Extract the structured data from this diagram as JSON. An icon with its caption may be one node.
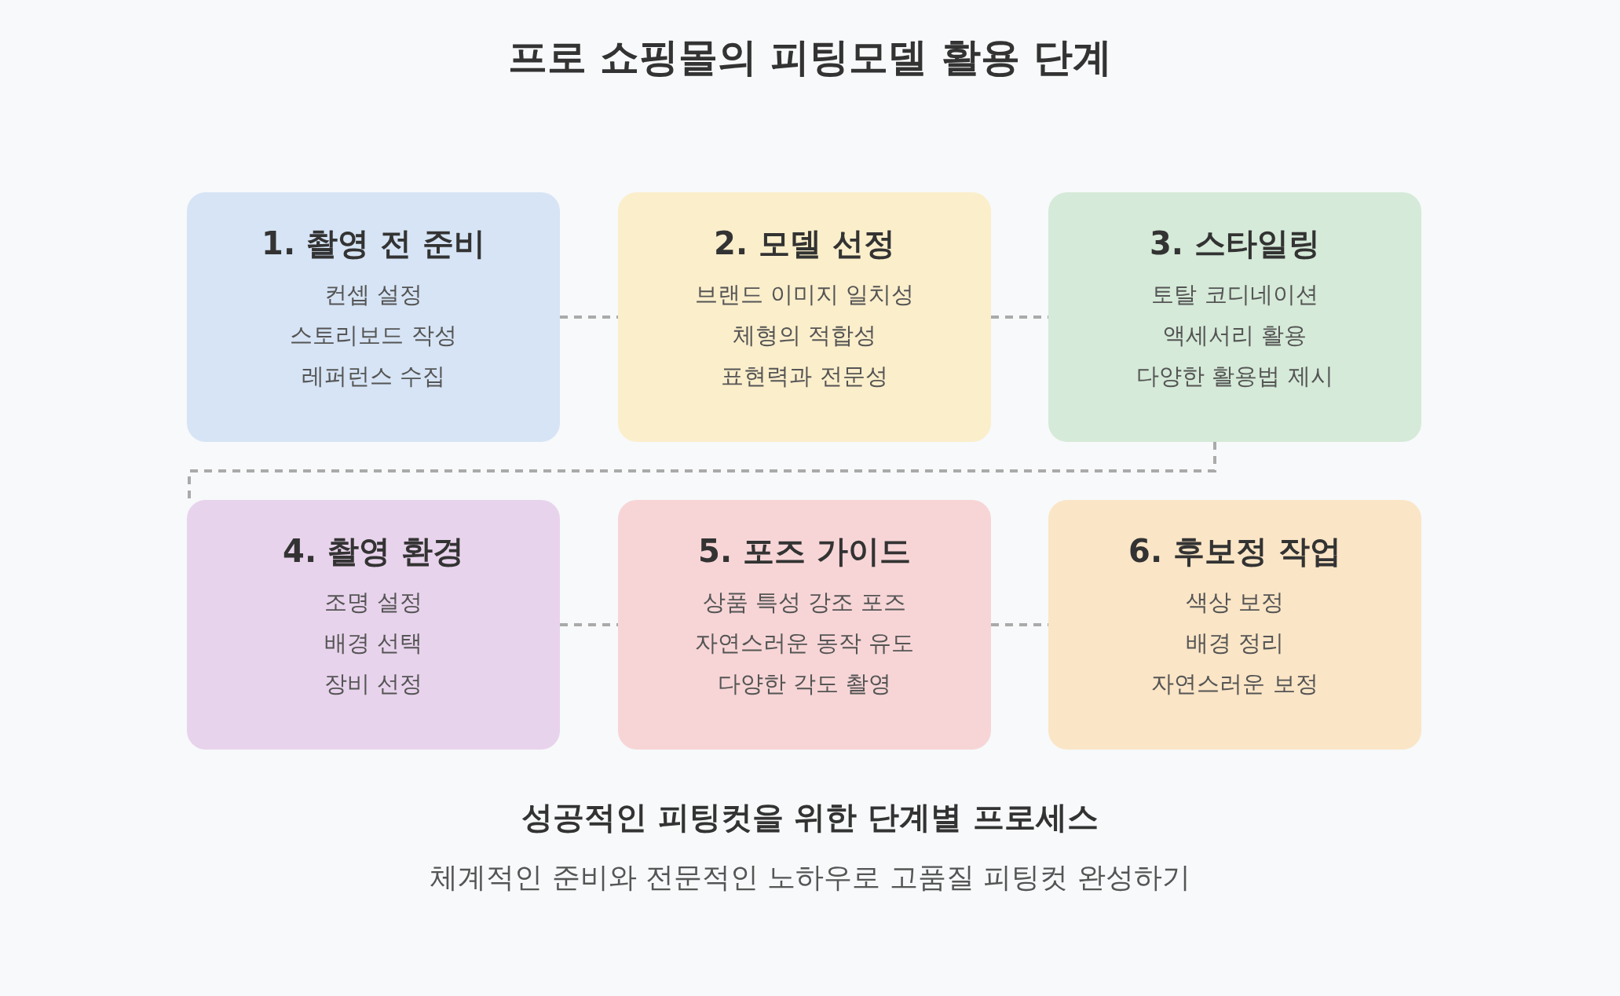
{
  "diagram": {
    "title": "프로 쇼핑몰의 피팅모델 활용 단계",
    "nodes": [
      {
        "text": [
          "1. 촬영 전 준비",
          "컨셉 설정",
          "스토리보드 작성",
          "레퍼런스 수집"
        ]
      },
      {
        "text": [
          "2. 모델 선정",
          "브랜드 이미지 일치성",
          "체형의 적합성",
          "표현력과 전문성"
        ]
      },
      {
        "text": [
          "3. 스타일링",
          "토탈 코디네이션",
          "액세서리 활용",
          "다양한 활용법 제시"
        ]
      },
      {
        "text": [
          "4. 촬영 환경",
          "조명 설정",
          "배경 선택",
          "장비 선정"
        ]
      },
      {
        "text": [
          "5. 포즈 가이드",
          "상품 특성 강조 포즈",
          "자연스러운 동작 유도",
          "다양한 각도 촬영"
        ]
      },
      {
        "text": [
          "6. 후보정 작업",
          "색상 보정",
          "배경 정리",
          "자연스러운 보정"
        ]
      }
    ],
    "edges": [
      {
        "from": 0,
        "to": 1,
        "arrow": "none",
        "style": "dashed"
      },
      {
        "from": 1,
        "to": 2,
        "arrow": "none",
        "style": "dashed"
      },
      {
        "from": 2,
        "to": 3,
        "arrow": "none",
        "style": "dashed"
      },
      {
        "from": 3,
        "to": 4,
        "arrow": "none",
        "style": "dashed"
      },
      {
        "from": 4,
        "to": 5,
        "arrow": "none",
        "style": "dashed"
      }
    ],
    "labels": [
      "성공적인 피팅컷을 위한 단계별 프로세스",
      "체계적인 준비와 전문적인 노하우로 고품질 피팅컷 완성하기"
    ]
  }
}
